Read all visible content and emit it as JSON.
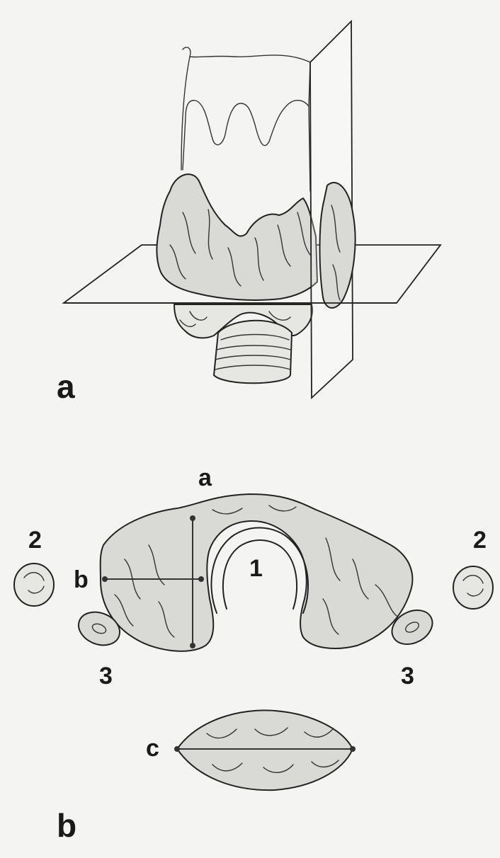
{
  "panel_a": {
    "label": "a"
  },
  "panel_b": {
    "label": "b",
    "section_labels": {
      "anterior_thickness": "a",
      "width": "b",
      "length": "c",
      "trachea": "1",
      "vessel_left": "2",
      "vessel_right": "2",
      "muscle_left": "3",
      "muscle_right": "3"
    }
  },
  "colors": {
    "background": "#f4f4f2",
    "ink": "#222222",
    "tissue": "#d9d9d6"
  }
}
